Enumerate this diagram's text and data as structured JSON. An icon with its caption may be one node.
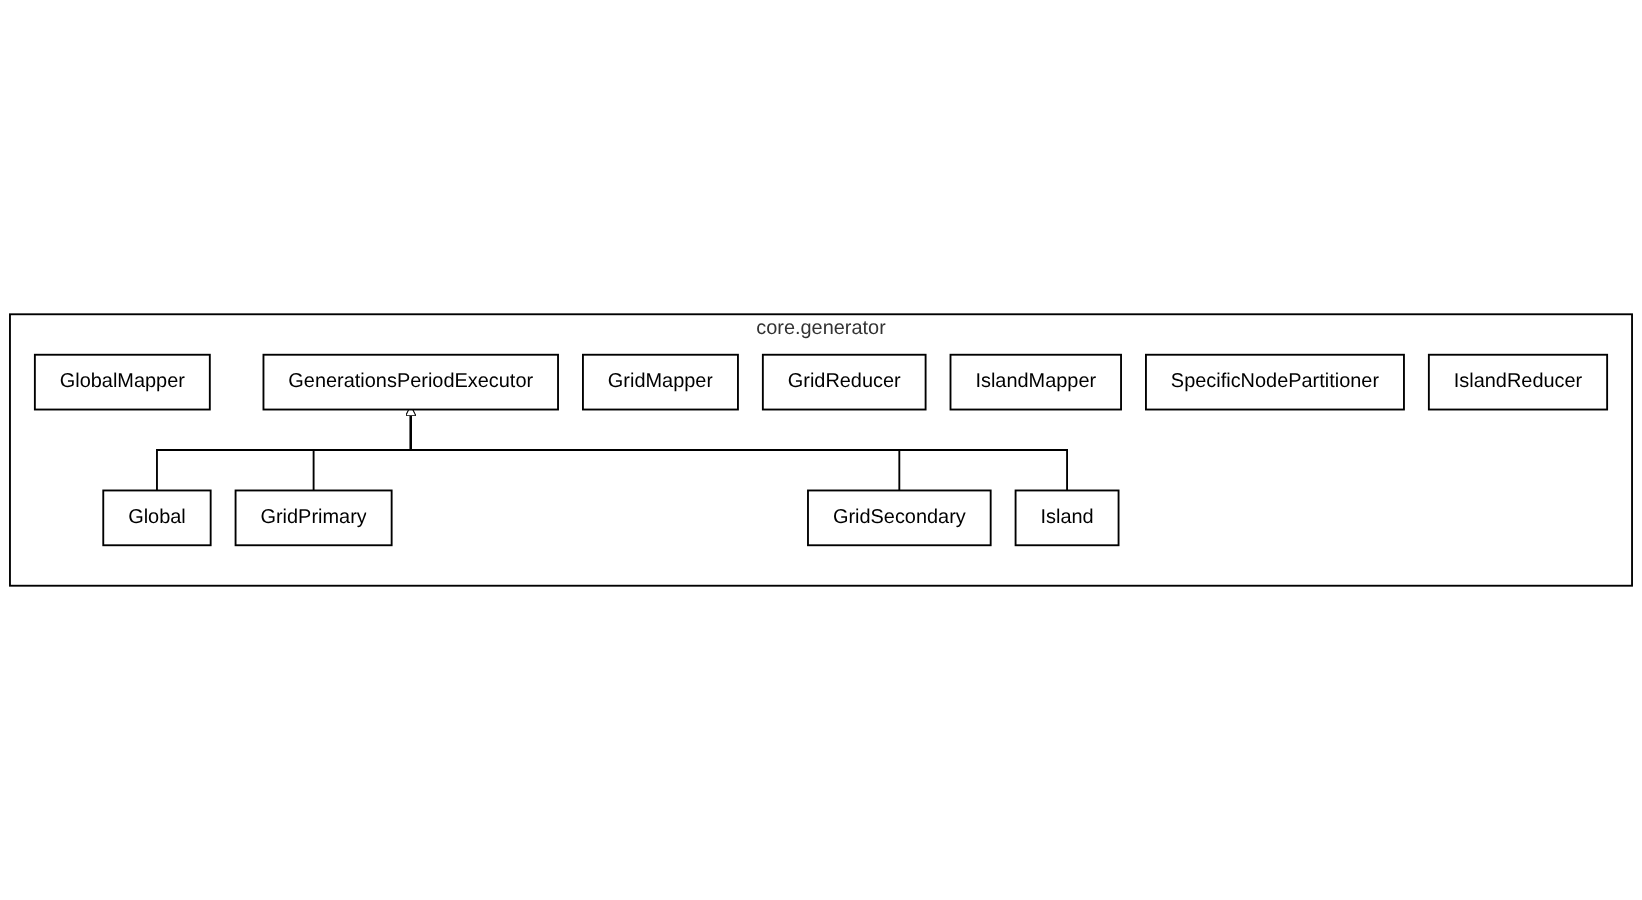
{
  "diagram": {
    "nodes": [
      {
        "text": [
          "core.generator"
        ]
      },
      {
        "text": [
          "GenerationsPeriodExecutor"
        ],
        "in": 0
      },
      {
        "text": [
          "Global"
        ],
        "in": 0
      },
      {
        "text": [
          "GridPrimary"
        ],
        "in": 0
      },
      {
        "text": [
          "GridSecondary"
        ],
        "in": 0
      },
      {
        "text": [
          "Island"
        ],
        "in": 0
      },
      {
        "text": [
          "GlobalMapper"
        ],
        "in": 0
      },
      {
        "text": [
          "GridMapper"
        ],
        "in": 0
      },
      {
        "text": [
          "GridReducer"
        ],
        "in": 0
      },
      {
        "text": [
          "IslandMapper"
        ],
        "in": 0
      },
      {
        "text": [
          "SpecificNodePartitioner"
        ],
        "in": 0
      },
      {
        "text": [
          "IslandReducer"
        ],
        "in": 0
      }
    ],
    "edges": [
      {
        "from": 2,
        "to": 1,
        "arrow": "to"
      },
      {
        "from": 3,
        "to": 1,
        "arrow": "to"
      },
      {
        "from": 4,
        "to": 1,
        "arrow": "to"
      },
      {
        "from": 5,
        "to": 1,
        "arrow": "to"
      }
    ]
  }
}
